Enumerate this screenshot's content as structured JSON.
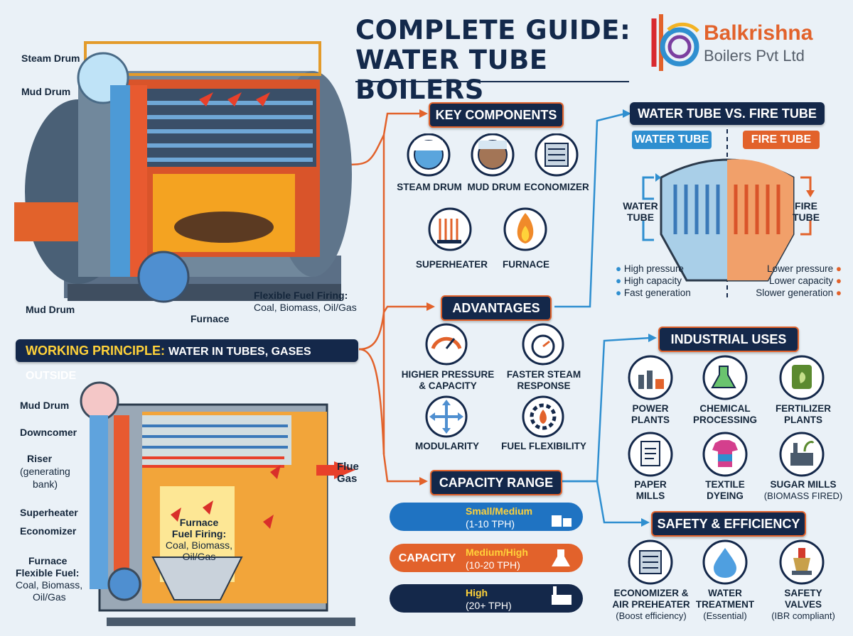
{
  "brand": {
    "name_line1": "Balkrishna",
    "name_line2": "Boilers Pvt Ltd"
  },
  "title": {
    "line1": "COMPLETE GUIDE:",
    "line2": "WATER TUBE BOILERS"
  },
  "top_diagram": {
    "labels": {
      "steam_drum": "Steam Drum",
      "mud_drum_top": "Mud Drum",
      "mud_drum_bottom": "Mud Drum",
      "furnace": "Furnace",
      "fuel_title": "Flexible Fuel Firing:",
      "fuel_text": "Coal, Biomass, Oil/Gas"
    }
  },
  "working_principle": {
    "lead": "WORKING PRINCIPLE:",
    "rest": "WATER IN TUBES, GASES OUTSIDE"
  },
  "bottom_diagram": {
    "labels": {
      "mud_drum": "Mud Drum",
      "downcomer": "Downcomer",
      "riser": "Riser",
      "riser_sub": "(generating",
      "riser_sub2": "bank)",
      "superheater": "Superheater",
      "economizer": "Economizer",
      "furnace_title": "Furnace",
      "flex_fuel": "Flexible Fuel:",
      "flex_fuel_text1": "Coal, Biomass,",
      "flex_fuel_text2": "Oil/Gas",
      "flue_gas1": "Flue",
      "flue_gas2": "Gas",
      "center_title1": "Furnace",
      "center_title2": "Fuel Firing:",
      "center_text1": "Coal, Biomass,",
      "center_text2": "Oil/Gas"
    }
  },
  "key_components": {
    "header": "KEY COMPONENTS",
    "items": [
      "STEAM DRUM",
      "MUD DRUM",
      "ECONOMIZER",
      "SUPERHEATER",
      "FURNACE"
    ]
  },
  "advantages": {
    "header": "ADVANTAGES",
    "items": [
      [
        "HIGHER PRESSURE",
        "& CAPACITY"
      ],
      [
        "FASTER STEAM",
        "RESPONSE"
      ],
      [
        "MODULARITY"
      ],
      [
        "FUEL FLEXIBILITY"
      ]
    ]
  },
  "capacity": {
    "header": "CAPACITY RANGE",
    "tag": "CAPACITY",
    "bands": [
      {
        "label": "Small/Medium",
        "range": "(1-10 TPH)"
      },
      {
        "label": "Medium/High",
        "range": "(10-20 TPH)"
      },
      {
        "label": "High",
        "range": "(20+ TPH)"
      }
    ]
  },
  "comparison": {
    "header": "WATER TUBE VS. FIRE TUBE",
    "water_tag": "WATER TUBE",
    "fire_tag": "FIRE TUBE",
    "water_label": [
      "WATER",
      "TUBE"
    ],
    "fire_label": [
      "FIRE",
      "TUBE"
    ],
    "water_points": [
      "High pressure",
      "High capacity",
      "Fast generation"
    ],
    "fire_points": [
      "Lower pressure",
      "Lower capacity",
      "Slower generation"
    ]
  },
  "industrial_uses": {
    "header": "INDUSTRIAL USES",
    "items": [
      [
        "POWER",
        "PLANTS"
      ],
      [
        "CHEMICAL",
        "PROCESSING"
      ],
      [
        "FERTILIZER",
        "PLANTS"
      ],
      [
        "PAPER",
        "MILLS"
      ],
      [
        "TEXTILE",
        "DYEING"
      ],
      [
        "SUGAR MILLS",
        "(BIOMASS FIRED)"
      ]
    ]
  },
  "safety": {
    "header": "SAFETY & EFFICIENCY",
    "items": [
      [
        "ECONOMIZER &",
        "AIR PREHEATER",
        "(Boost efficiency)"
      ],
      [
        "WATER",
        "TREATMENT",
        "(Essential)"
      ],
      [
        "SAFETY",
        "VALVES",
        "(IBR compliant)"
      ]
    ]
  },
  "colors": {
    "navy": "#14284a",
    "orange": "#e2622b",
    "blue": "#2f8fd0",
    "bg": "#eaf1f7"
  }
}
